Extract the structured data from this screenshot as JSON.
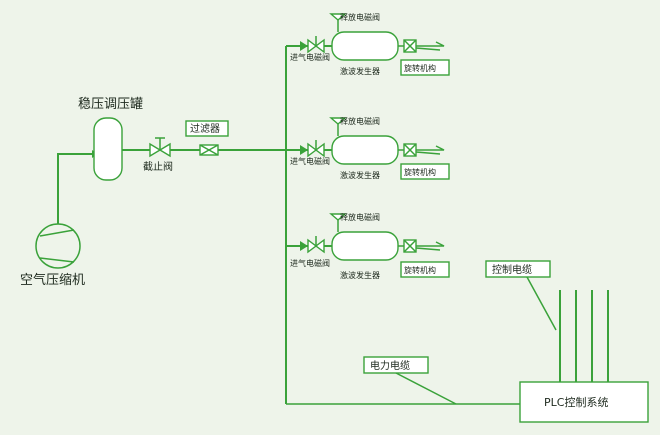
{
  "colors": {
    "line": "#3aa23a",
    "background": "#eef4ea",
    "text": "#1e2a1e"
  },
  "labels": {
    "compressor": "空气压缩机",
    "tank": "稳压调压罐",
    "stop_valve": "截止阀",
    "filter": "过滤器",
    "control_cable": "控制电缆",
    "power_cable": "电力电缆",
    "plc": "PLC控制系统"
  },
  "units": [
    {
      "release_valve": "释放电磁阀",
      "intake_valve": "进气电磁阀",
      "generator": "激波发生器",
      "rotator": "旋转机构"
    },
    {
      "release_valve": "释放电磁阀",
      "intake_valve": "进气电磁阀",
      "generator": "激波发生器",
      "rotator": "旋转机构"
    },
    {
      "release_valve": "释放电磁阀",
      "intake_valve": "进气电磁阀",
      "generator": "激波发生器",
      "rotator": "旋转机构"
    }
  ],
  "icons": {
    "compressor": "compressor-icon",
    "stop_valve": "stop-valve-icon",
    "filter": "filter-icon",
    "solenoid_valve": "solenoid-valve-icon"
  }
}
